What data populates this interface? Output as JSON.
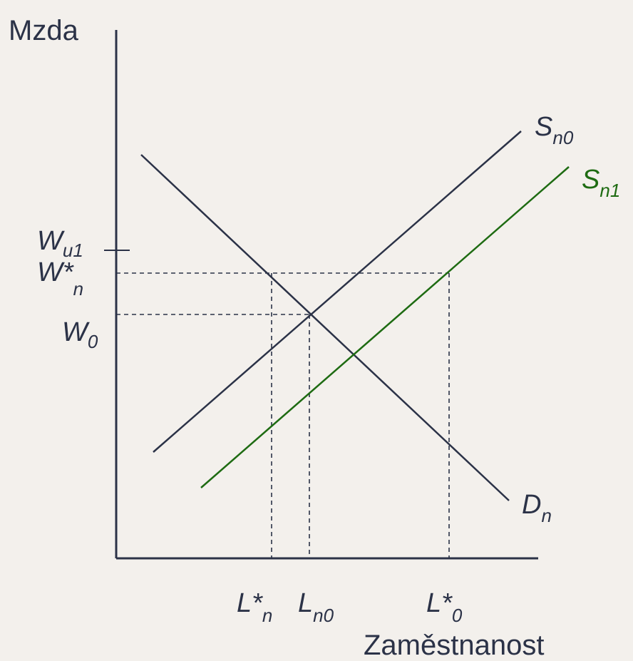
{
  "axes": {
    "y_title": "Mzda",
    "x_title": "Zaměstnanost"
  },
  "curves": {
    "supply_0": {
      "base": "S",
      "sub": "n0",
      "color": "#2b3247"
    },
    "supply_1": {
      "base": "S",
      "sub": "n1",
      "color": "#1e6b12"
    },
    "demand": {
      "base": "D",
      "sub": "n",
      "color": "#2b3247"
    }
  },
  "y_labels": {
    "wu1": {
      "base": "W",
      "sub": "u1"
    },
    "wstar": {
      "base": "W*",
      "sub": "n"
    },
    "w0": {
      "base": "W",
      "sub": "0"
    }
  },
  "x_labels": {
    "lstar_n": {
      "base": "L*",
      "sub": "n"
    },
    "ln0": {
      "base": "L",
      "sub": "n0"
    },
    "lstar_0": {
      "base": "L*",
      "sub": "0"
    }
  },
  "colors": {
    "axis": "#2b3247",
    "guide": "#2b3247",
    "background": "#f3f0ec"
  }
}
